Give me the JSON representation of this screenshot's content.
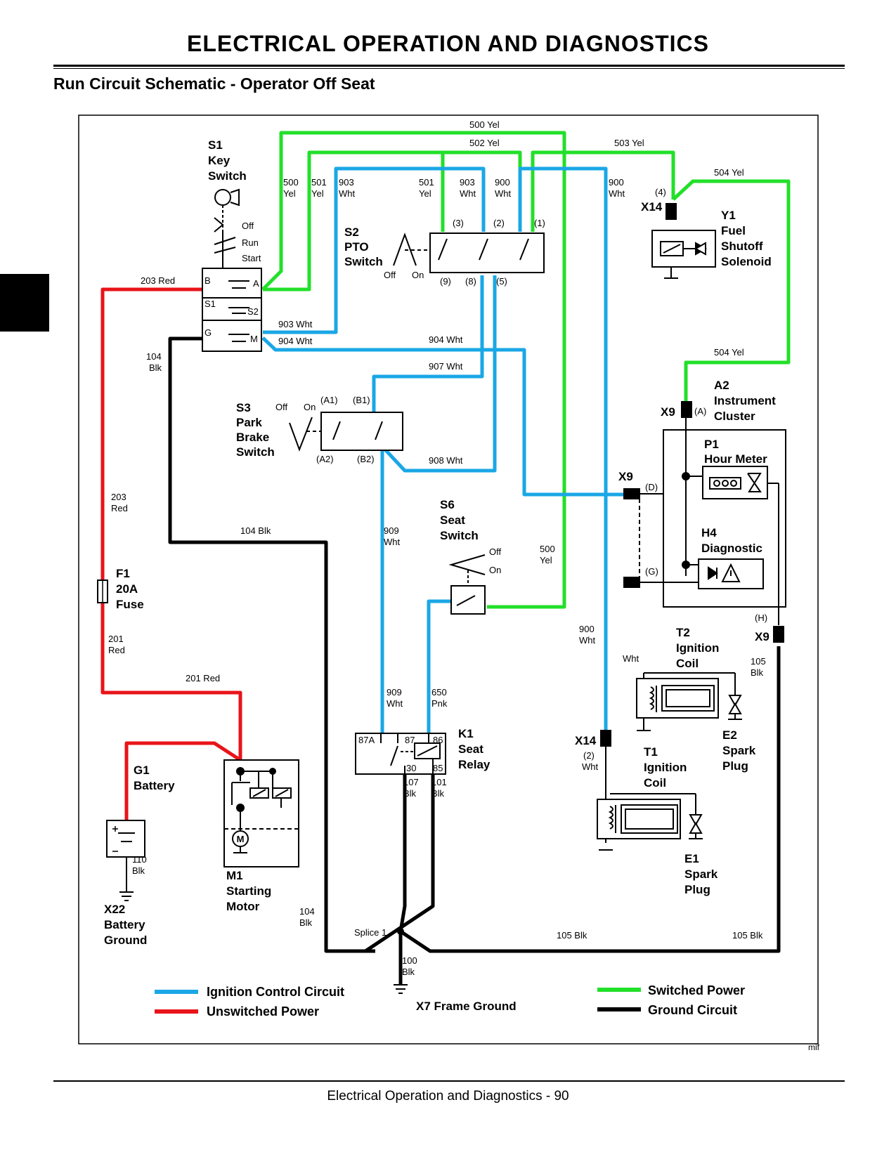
{
  "page": {
    "header_title": "ELECTRICAL   OPERATION AND DIAGNOSTICS",
    "section_title": "Run Circuit Schematic - Operator Off Seat",
    "footer": "Electrical   Operation and Diagnostics  - 90",
    "corner_mark": "mif"
  },
  "colors": {
    "ignition_control": "#1aa7e6",
    "unswitched_power": "#e8141a",
    "switched_power": "#22e02a",
    "ground": "#000000"
  },
  "components": {
    "s1": [
      "S1",
      "Key",
      "Switch"
    ],
    "s1_positions": [
      "Off",
      "Run",
      "Start"
    ],
    "s1_terminals": [
      "B",
      "A",
      "S1",
      "S2",
      "G",
      "M"
    ],
    "s2": [
      "S2",
      "PTO",
      "Switch"
    ],
    "s2_positions": [
      "Off",
      "On"
    ],
    "s2_top_pins": [
      "(3)",
      "(2)",
      "(1)"
    ],
    "s2_bottom_pins": [
      "(9)",
      "(8)",
      "(5)"
    ],
    "s3": [
      "S3",
      "Park",
      "Brake",
      "Switch"
    ],
    "s3_positions": [
      "Off",
      "On"
    ],
    "s3_pins": [
      "(A1)",
      "(B1)",
      "(A2)",
      "(B2)"
    ],
    "s6": [
      "S6",
      "Seat",
      "Switch"
    ],
    "s6_positions": [
      "Off",
      "On"
    ],
    "f1": [
      "F1",
      "20A",
      "Fuse"
    ],
    "g1": [
      "G1",
      "Battery"
    ],
    "x22": [
      "X22",
      "Battery",
      "Ground"
    ],
    "m1": [
      "M1",
      "Starting",
      "Motor"
    ],
    "k1": [
      "K1",
      "Seat",
      "Relay"
    ],
    "k1_pins": [
      "87A",
      "87",
      "86",
      "30",
      "85"
    ],
    "y1": [
      "Y1",
      "Fuel",
      "Shutoff",
      "Solenoid"
    ],
    "a2": [
      "A2",
      "Instrument",
      "Cluster"
    ],
    "p1": [
      "P1",
      "Hour Meter"
    ],
    "h4": [
      "H4",
      "Diagnostic"
    ],
    "t2": [
      "T2",
      "Ignition",
      "Coil"
    ],
    "t1": [
      "T1",
      "Ignition",
      "Coil"
    ],
    "e2": [
      "E2",
      "Spark",
      "Plug"
    ],
    "e1": [
      "E1",
      "Spark",
      "Plug"
    ],
    "x7": "X7 Frame Ground",
    "splice": "Splice 1",
    "connectors": {
      "x14_top": "X14",
      "x14_top_pin": "(4)",
      "x9_a": "X9",
      "x9_a_pin": "(A)",
      "x9_d": "X9",
      "x9_d_pin": "(D)",
      "x9_g_pin": "(G)",
      "x9_h": "X9",
      "x9_h_pin": "(H)",
      "x14_bot": "X14",
      "x14_bot_pin": "(2)"
    }
  },
  "wire_labels": [
    [
      "500 Yel"
    ],
    [
      "502 Yel"
    ],
    [
      "503 Yel"
    ],
    [
      "504 Yel"
    ],
    [
      "500",
      "Yel"
    ],
    [
      "501",
      "Yel"
    ],
    [
      "903",
      "Wht"
    ],
    [
      "501",
      "Yel"
    ],
    [
      "903",
      "Wht"
    ],
    [
      "900",
      "Wht"
    ],
    [
      "900",
      "Wht"
    ],
    [
      "203 Red"
    ],
    [
      "903 Wht"
    ],
    [
      "904 Wht"
    ],
    [
      "904 Wht"
    ],
    [
      "907 Wht"
    ],
    [
      "104",
      "Blk"
    ],
    [
      "504 Yel"
    ],
    [
      "908 Wht"
    ],
    [
      "203",
      "Red"
    ],
    [
      "104 Blk"
    ],
    [
      "909",
      "Wht"
    ],
    [
      "500",
      "Yel"
    ],
    [
      "201",
      "Red"
    ],
    [
      "201 Red"
    ],
    [
      "900",
      "Wht"
    ],
    [
      "Wht"
    ],
    [
      "105",
      "Blk"
    ],
    [
      "909",
      "Wht"
    ],
    [
      "650",
      "Pnk"
    ],
    [
      "Wht"
    ],
    [
      "107",
      "Blk"
    ],
    [
      "101",
      "Blk"
    ],
    [
      "110",
      "Blk"
    ],
    [
      "104",
      "Blk"
    ],
    [
      "105 Blk"
    ],
    [
      "105 Blk"
    ],
    [
      "100",
      "Blk"
    ]
  ],
  "legend": [
    {
      "label": "Ignition Control Circuit",
      "color": "#1aa7e6"
    },
    {
      "label": "Unswitched Power",
      "color": "#e8141a"
    },
    {
      "label": "Switched Power",
      "color": "#22e02a"
    },
    {
      "label": "Ground Circuit",
      "color": "#000000"
    }
  ]
}
